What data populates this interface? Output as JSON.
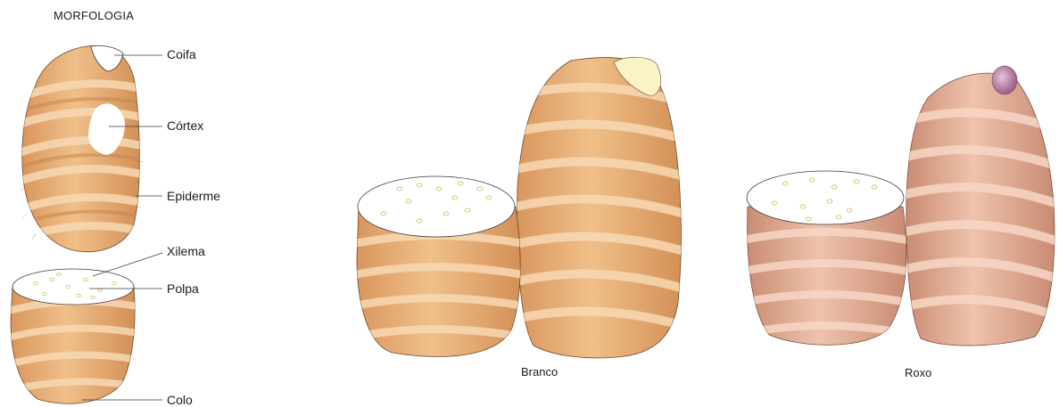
{
  "title": "MORFOLOGIA",
  "labels": {
    "coifa": "Coifa",
    "cortex": "Córtex",
    "epiderme": "Epiderme",
    "xilema": "Xilema",
    "polpa": "Polpa",
    "colo": "Colo"
  },
  "varieties": {
    "branco": "Branco",
    "roxo": "Roxo"
  },
  "colors": {
    "skin_light": "#f3cfa0",
    "skin_mid": "#dca06a",
    "skin_dark": "#b97a44",
    "purple_skin_light": "#f2c9b4",
    "purple_skin_dark": "#c48a74",
    "cut_surface": "#ffffff",
    "xylem_dot": "#cfd27a",
    "coifa_white": "#fffdf0",
    "coifa_cream": "#fbf2c8",
    "coifa_purple": "#b57ca2"
  }
}
